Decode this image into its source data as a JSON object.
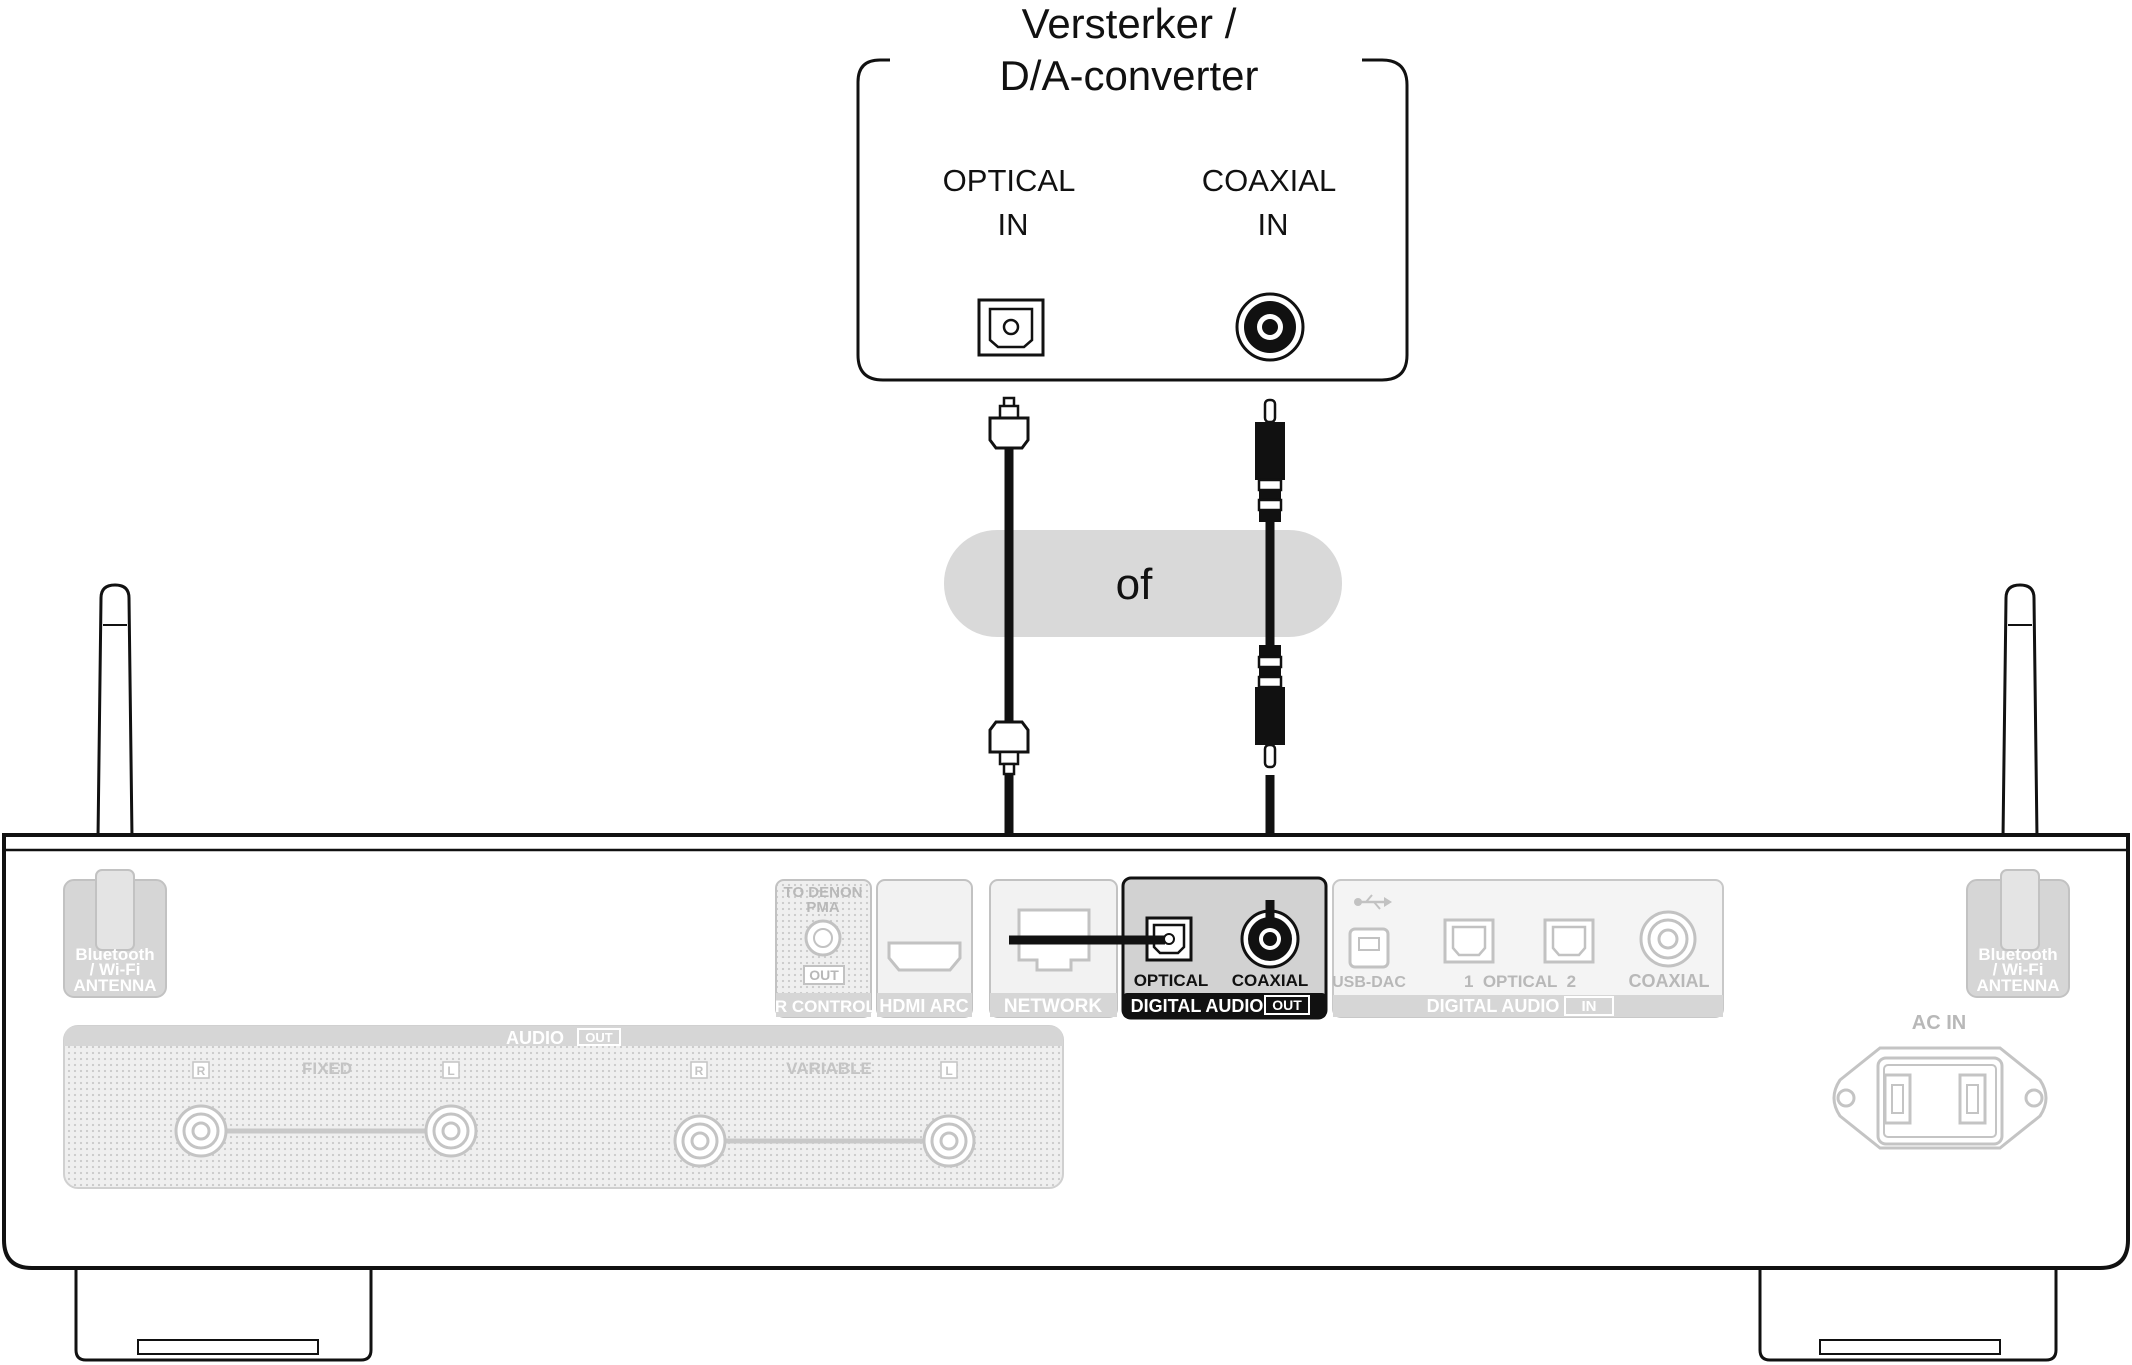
{
  "amplifier": {
    "title_line1": "Versterker /",
    "title_line2": "D/A-converter",
    "optical_in": [
      "OPTICAL",
      "IN"
    ],
    "coaxial_in": [
      "COAXIAL",
      "IN"
    ]
  },
  "or_label": "of",
  "rear_panel": {
    "antenna_left": [
      "Bluetooth",
      "/ Wi-Fi",
      "ANTENNA"
    ],
    "antenna_right": [
      "Bluetooth",
      "/ Wi-Fi",
      "ANTENNA"
    ],
    "ir_control": {
      "top": [
        "TO DENON",
        "PMA"
      ],
      "out_tag": "OUT",
      "label": "IR CONTROL"
    },
    "hdmi_label": "HDMI ARC",
    "network_label": "NETWORK",
    "digital_out": {
      "optical": "OPTICAL",
      "coaxial": "COAXIAL",
      "label": "DIGITAL AUDIO",
      "tag": "OUT"
    },
    "digital_in": {
      "usb_dac": "USB-DAC",
      "optical": "1  OPTICAL  2",
      "coaxial": "COAXIAL",
      "label": "DIGITAL AUDIO",
      "tag": "IN"
    },
    "audio_out": {
      "label": "AUDIO",
      "tag": "OUT",
      "fixed": "FIXED",
      "variable": "VARIABLE",
      "r": "R",
      "l": "L"
    },
    "ac_in": "AC IN"
  },
  "colors": {
    "line": "#111111",
    "ghost_fill": "#d6d6d6",
    "ghost_stroke": "#c2c2c2",
    "highlight": "#111111",
    "or_bubble": "#d9d9d9"
  },
  "icons": [
    "optical-jack-icon",
    "coaxial-jack-icon",
    "optical-plug-icon",
    "rca-plug-icon",
    "hdmi-port-icon",
    "network-port-icon",
    "usb-icon",
    "ac-inlet-icon",
    "antenna-icon"
  ]
}
